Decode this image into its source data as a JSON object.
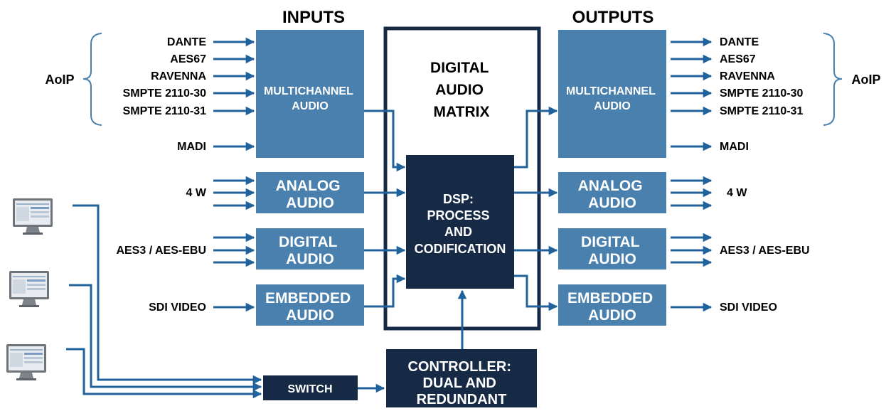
{
  "headings": {
    "inputs": "INPUTS",
    "outputs": "OUTPUTS"
  },
  "colors": {
    "block_blue": "#4a80ad",
    "dark_navy": "#172a45",
    "arrow_blue": "#20629c",
    "text": "#000000",
    "block_text": "#ffffff"
  },
  "aoip": {
    "left": "AoIP",
    "right": "AoIP"
  },
  "input_labels": {
    "dante": "DANTE",
    "aes67": "AES67",
    "ravenna": "RAVENNA",
    "smpte_30": "SMPTE 2110-30",
    "smpte_31": "SMPTE 2110-31",
    "madi": "MADI",
    "four_w": "4 W",
    "aes3": "AES3 / AES-EBU",
    "sdi": "SDI VIDEO"
  },
  "output_labels": {
    "dante": "DANTE",
    "aes67": "AES67",
    "ravenna": "RAVENNA",
    "smpte_30": "SMPTE 2110-30",
    "smpte_31": "SMPTE 2110-31",
    "madi": "MADI",
    "four_w": "4 W",
    "aes3": "AES3 / AES-EBU",
    "sdi": "SDI VIDEO"
  },
  "input_blocks": {
    "multichannel": [
      "MULTICHANNEL",
      "AUDIO"
    ],
    "analog": [
      "ANALOG",
      "AUDIO"
    ],
    "digital": [
      "DIGITAL",
      "AUDIO"
    ],
    "embedded": [
      "EMBEDDED",
      "AUDIO"
    ]
  },
  "output_blocks": {
    "multichannel": [
      "MULTICHANNEL",
      "AUDIO"
    ],
    "analog": [
      "ANALOG",
      "AUDIO"
    ],
    "digital": [
      "DIGITAL",
      "AUDIO"
    ],
    "embedded": [
      "EMBEDDED",
      "AUDIO"
    ]
  },
  "matrix": [
    "DIGITAL",
    "AUDIO",
    "MATRIX"
  ],
  "dsp": [
    "DSP:",
    "PROCESS",
    "AND",
    "CODIFICATION"
  ],
  "controller": [
    "CONTROLLER:",
    "DUAL AND",
    "REDUNDANT"
  ],
  "switch": "SWITCH",
  "monitor_icons": [
    "monitor-icon",
    "monitor-icon",
    "monitor-icon"
  ]
}
